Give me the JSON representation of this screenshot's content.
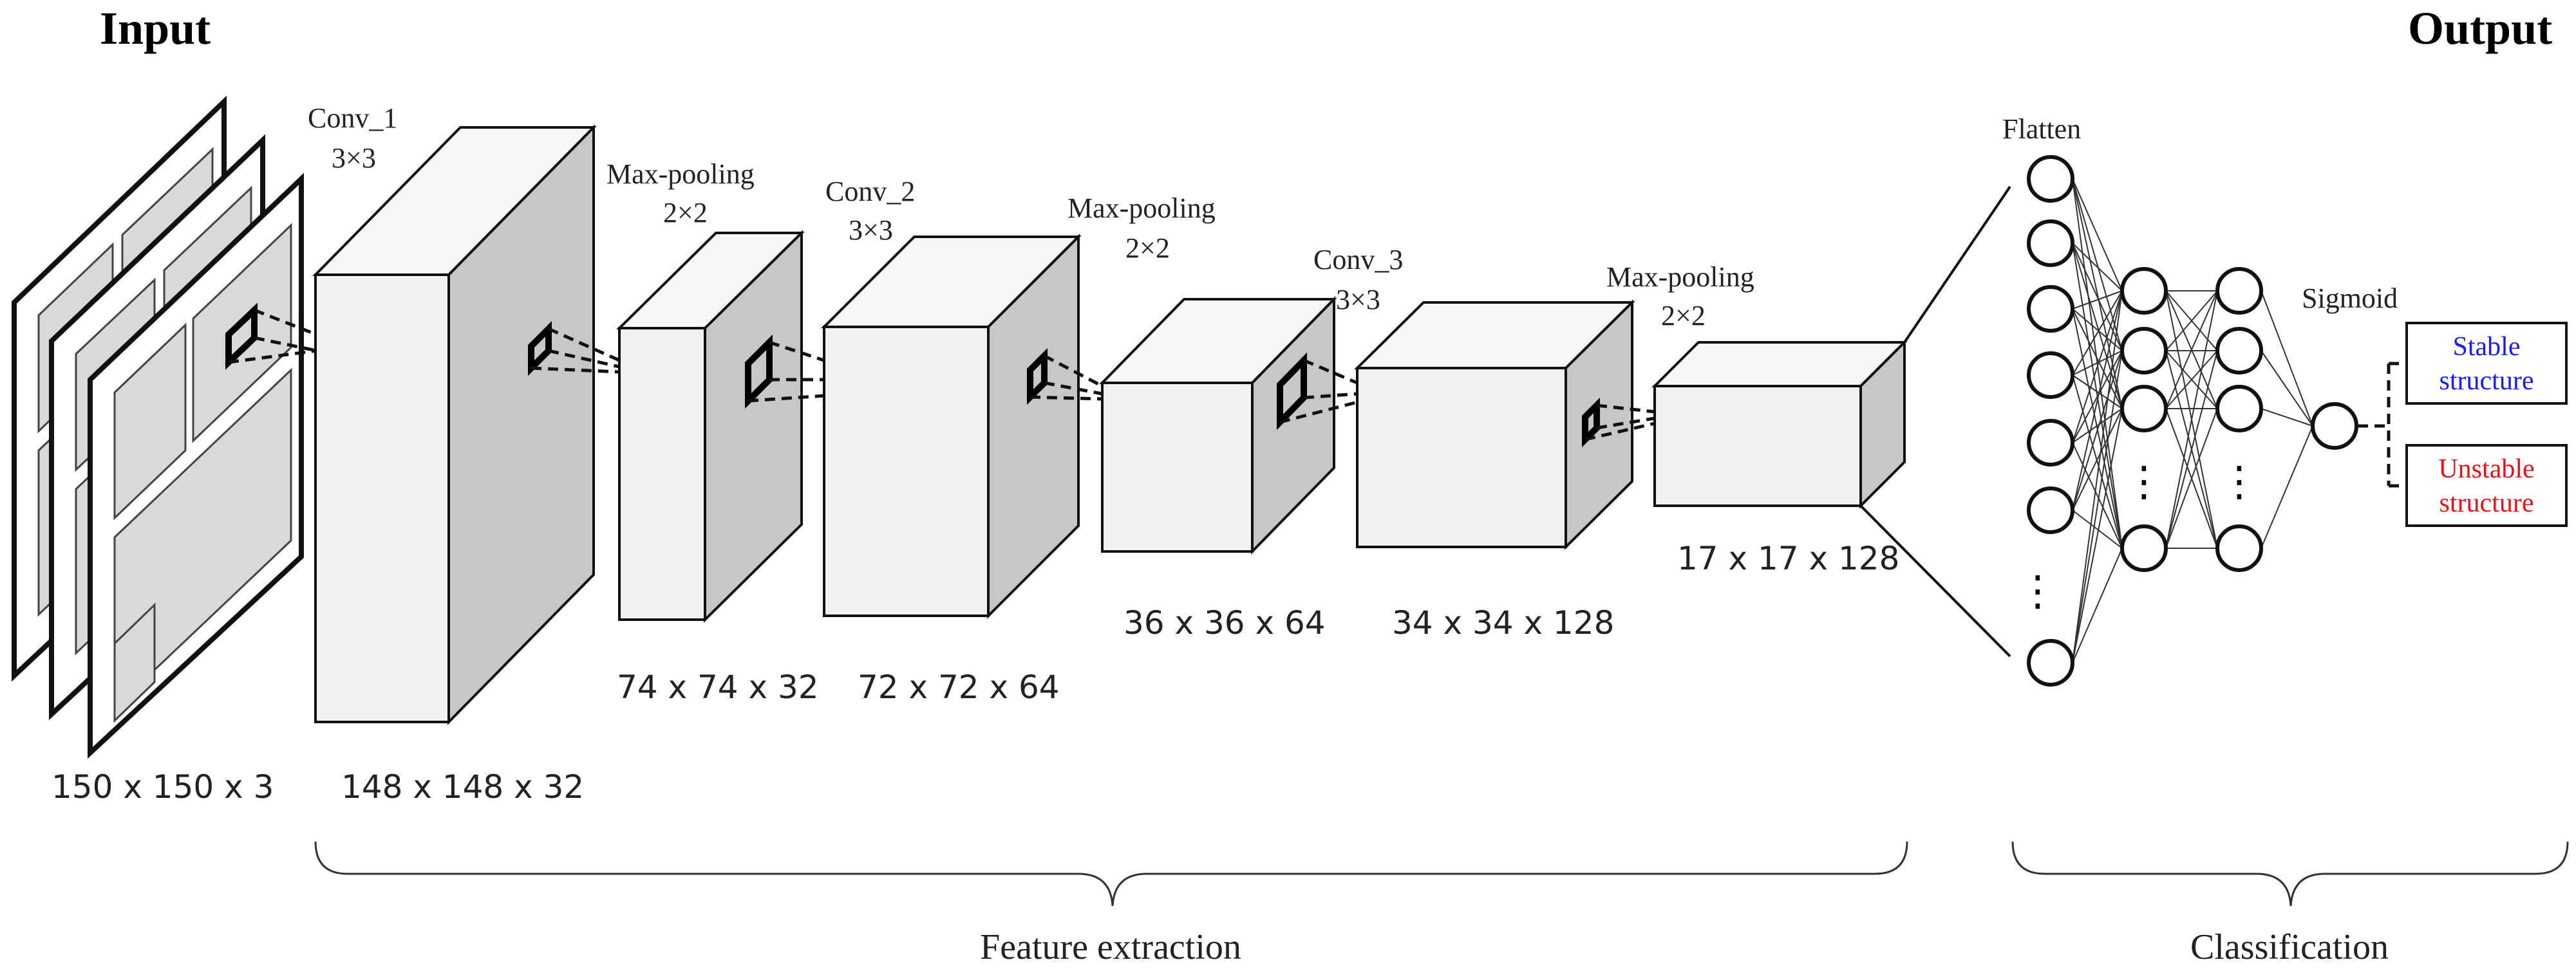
{
  "headings": {
    "input": "Input",
    "output": "Output"
  },
  "layers": {
    "input": {
      "dims": "150 x 150 x 3"
    },
    "conv1": {
      "name": "Conv_1",
      "kernel": "3×3",
      "dims": "148 x 148 x 32"
    },
    "pool1": {
      "name": "Max-pooling",
      "kernel": "2×2",
      "dims": "74 x 74 x 32"
    },
    "conv2": {
      "name": "Conv_2",
      "kernel": "3×3",
      "dims": "72 x 72 x 64"
    },
    "pool2": {
      "name": "Max-pooling",
      "kernel": "2×2",
      "dims": "36 x 36 x 64"
    },
    "conv3": {
      "name": "Conv_3",
      "kernel": "3×3",
      "dims": "34 x 34 x 128"
    },
    "pool3": {
      "name": "Max-pooling",
      "kernel": "2×2",
      "dims": "17 x 17 x 128"
    }
  },
  "classifier": {
    "flatten": "Flatten",
    "sigmoid": "Sigmoid",
    "ellipsis": "⋮"
  },
  "outputs": {
    "stable": {
      "line1": "Stable",
      "line2": "structure",
      "color": "#1a1aff"
    },
    "unstable": {
      "line1": "Unstable",
      "line2": "structure",
      "color": "#e8101a"
    }
  },
  "sections": {
    "feature_extraction": "Feature extraction",
    "classification": "Classification"
  }
}
